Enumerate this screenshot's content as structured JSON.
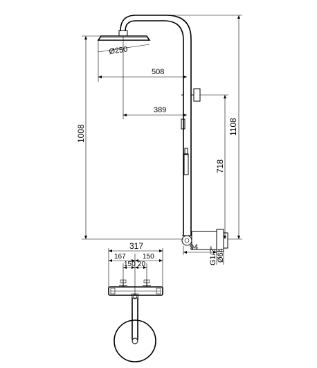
{
  "dimensions": {
    "head_diameter": "Ø250",
    "head_reach": "508",
    "arm_reach": "389",
    "overall_height": "1008",
    "total_height": "1108",
    "valve_height": "718",
    "wall_offset": "94",
    "thread": "G1/2\"",
    "pipe_diameter": "Ø64",
    "mixer_width": "317",
    "left_half": "167",
    "right_half": "150",
    "center_spacing": "150",
    "center_offset": "20"
  }
}
